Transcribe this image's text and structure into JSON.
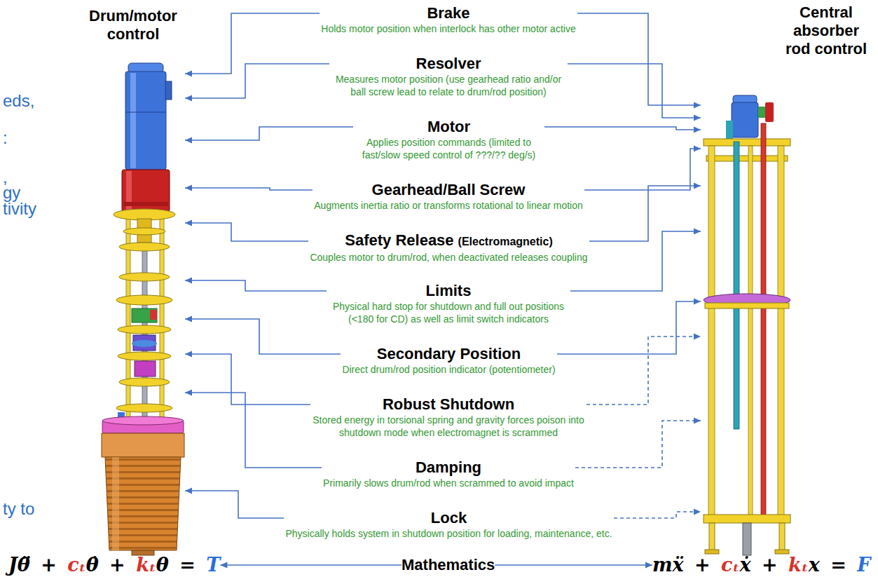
{
  "diagram": {
    "nodes": [
      {
        "text": [
          "Drum/motor control"
        ]
      },
      {
        "text": [
          "Central absorber rod control"
        ]
      },
      {
        "text": [
          "Brake",
          "Holds motor position when interlock has other motor active"
        ]
      },
      {
        "text": [
          "Resolver",
          "Measures motor position (use gearhead ratio and/or ball screw lead to relate to drum/rod position)"
        ]
      },
      {
        "text": [
          "Motor",
          "Applies position commands (limited to fast/slow speed control of ???/?? deg/s)"
        ]
      },
      {
        "text": [
          "Gearhead/Ball Screw",
          "Augments inertia ratio or transforms rotational to linear motion"
        ]
      },
      {
        "text": [
          "Safety Release",
          "(Electromagnetic)",
          "Couples motor to drum/rod, when deactivated releases coupling"
        ]
      },
      {
        "text": [
          "Limits",
          "Physical hard stop for shutdown and full out positions (<180 for CD) as well as limit switch indicators"
        ]
      },
      {
        "text": [
          "Secondary Position",
          "Direct drum/rod position indicator (potentiometer)"
        ]
      },
      {
        "text": [
          "Robust Shutdown",
          "Stored energy in torsional spring and gravity forces poison into shutdown mode when electromagnet is scrammed"
        ]
      },
      {
        "text": [
          "Damping",
          "Primarily slows drum/rod when scrammed to avoid impact"
        ]
      },
      {
        "text": [
          "Lock",
          "Physically holds system in shutdown position for loading, maintenance, etc."
        ]
      },
      {
        "text": [
          "Jθ̈ + cₜθ̇ + kₜθ = T"
        ]
      },
      {
        "text": [
          "Mathematics"
        ]
      },
      {
        "text": [
          "mẍ + cₜẋ + kₜx = F"
        ]
      }
    ],
    "edges": [
      {
        "from": 2,
        "to": 0,
        "arrow": "to"
      },
      {
        "from": 2,
        "to": 1,
        "arrow": "to"
      },
      {
        "from": 3,
        "to": 0,
        "arrow": "to"
      },
      {
        "from": 3,
        "to": 1,
        "arrow": "to"
      },
      {
        "from": 4,
        "to": 0,
        "arrow": "to"
      },
      {
        "from": 4,
        "to": 1,
        "arrow": "to"
      },
      {
        "from": 5,
        "to": 0,
        "arrow": "to"
      },
      {
        "from": 5,
        "to": 1,
        "arrow": "to"
      },
      {
        "from": 6,
        "to": 0,
        "arrow": "to"
      },
      {
        "from": 6,
        "to": 1,
        "arrow": "to"
      },
      {
        "from": 7,
        "to": 0,
        "arrow": "to"
      },
      {
        "from": 7,
        "to": 1,
        "arrow": "to"
      },
      {
        "from": 8,
        "to": 0,
        "arrow": "to"
      },
      {
        "from": 8,
        "to": 1,
        "arrow": "to"
      },
      {
        "from": 9,
        "to": 0,
        "arrow": "to"
      },
      {
        "from": 9,
        "to": 1,
        "arrow": "to"
      },
      {
        "from": 10,
        "to": 0,
        "arrow": "to"
      },
      {
        "from": 10,
        "to": 1,
        "arrow": "to"
      },
      {
        "from": 11,
        "to": 0,
        "arrow": "to"
      },
      {
        "from": 11,
        "to": 1,
        "arrow": "to"
      },
      {
        "from": 13,
        "to": 12,
        "arrow": "to"
      },
      {
        "from": 13,
        "to": 14,
        "arrow": "to"
      }
    ],
    "labels": [
      "eds,",
      ":",
      ",",
      "gy",
      "tivity",
      "ty to"
    ]
  }
}
